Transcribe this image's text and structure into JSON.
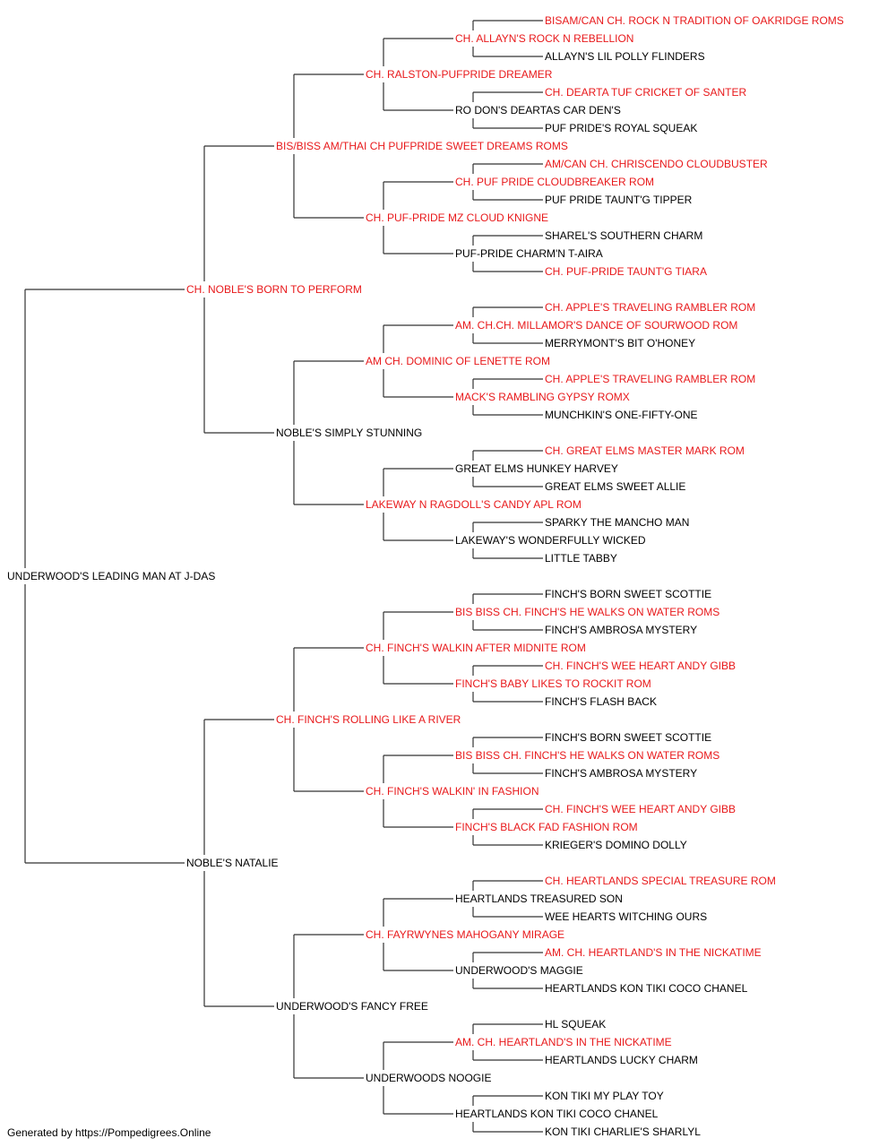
{
  "colors": {
    "champion": "#e8191b",
    "regular": "#000000",
    "line": "#333333"
  },
  "footer": "Generated by https://Pompedigrees.Online",
  "pedigree": {
    "name": "UNDERWOOD'S LEADING MAN AT J-DAS",
    "red": false,
    "sire": {
      "name": "CH. NOBLE'S BORN TO PERFORM",
      "red": true,
      "sire": {
        "name": "BIS/BISS AM/THAI CH PUFPRIDE SWEET DREAMS ROMS",
        "red": true,
        "sire": {
          "name": "CH. RALSTON-PUFPRIDE DREAMER",
          "red": true,
          "sire": {
            "name": "CH. ALLAYN'S ROCK N REBELLION",
            "red": true,
            "sire": {
              "name": "BISAM/CAN CH. ROCK N TRADITION OF OAKRIDGE ROMS",
              "red": true
            },
            "dam": {
              "name": "ALLAYN'S LIL POLLY FLINDERS",
              "red": false
            }
          },
          "dam": {
            "name": "RO DON'S DEARTAS CAR DEN'S",
            "red": false,
            "sire": {
              "name": "CH. DEARTA TUF CRICKET OF SANTER",
              "red": true
            },
            "dam": {
              "name": "PUF PRIDE'S ROYAL SQUEAK",
              "red": false
            }
          }
        },
        "dam": {
          "name": "CH. PUF-PRIDE MZ CLOUD KNIGNE",
          "red": true,
          "sire": {
            "name": "CH. PUF PRIDE CLOUDBREAKER ROM",
            "red": true,
            "sire": {
              "name": "AM/CAN CH. CHRISCENDO CLOUDBUSTER",
              "red": true
            },
            "dam": {
              "name": "PUF PRIDE TAUNT'G TIPPER",
              "red": false
            }
          },
          "dam": {
            "name": "PUF-PRIDE CHARM'N T-AIRA",
            "red": false,
            "sire": {
              "name": "SHAREL'S SOUTHERN CHARM",
              "red": false
            },
            "dam": {
              "name": "CH. PUF-PRIDE TAUNT'G TIARA",
              "red": true
            }
          }
        }
      },
      "dam": {
        "name": "NOBLE'S SIMPLY STUNNING",
        "red": false,
        "sire": {
          "name": "AM CH. DOMINIC OF LENETTE ROM",
          "red": true,
          "sire": {
            "name": "AM. CH.CH. MILLAMOR'S DANCE OF SOURWOOD ROM",
            "red": true,
            "sire": {
              "name": "CH. APPLE'S TRAVELING RAMBLER ROM",
              "red": true
            },
            "dam": {
              "name": "MERRYMONT'S BIT O'HONEY",
              "red": false
            }
          },
          "dam": {
            "name": "MACK'S RAMBLING GYPSY ROMX",
            "red": true,
            "sire": {
              "name": "CH. APPLE'S TRAVELING RAMBLER ROM",
              "red": true
            },
            "dam": {
              "name": "MUNCHKIN'S ONE-FIFTY-ONE",
              "red": false
            }
          }
        },
        "dam": {
          "name": "LAKEWAY N RAGDOLL'S CANDY APL ROM",
          "red": true,
          "sire": {
            "name": "GREAT ELMS HUNKEY HARVEY",
            "red": false,
            "sire": {
              "name": "CH. GREAT ELMS MASTER MARK ROM",
              "red": true
            },
            "dam": {
              "name": "GREAT ELMS SWEET ALLIE",
              "red": false
            }
          },
          "dam": {
            "name": "LAKEWAY'S WONDERFULLY WICKED",
            "red": false,
            "sire": {
              "name": "SPARKY THE MANCHO MAN",
              "red": false
            },
            "dam": {
              "name": "LITTLE TABBY",
              "red": false
            }
          }
        }
      }
    },
    "dam": {
      "name": "NOBLE'S NATALIE",
      "red": false,
      "sire": {
        "name": "CH. FINCH'S ROLLING LIKE A RIVER",
        "red": true,
        "sire": {
          "name": "CH. FINCH'S WALKIN AFTER MIDNITE ROM",
          "red": true,
          "sire": {
            "name": "BIS BISS CH. FINCH'S HE WALKS ON WATER ROMS",
            "red": true,
            "sire": {
              "name": "FINCH'S BORN SWEET SCOTTIE",
              "red": false
            },
            "dam": {
              "name": "FINCH'S AMBROSA MYSTERY",
              "red": false
            }
          },
          "dam": {
            "name": "FINCH'S BABY LIKES TO ROCKIT ROM",
            "red": true,
            "sire": {
              "name": "CH. FINCH'S WEE HEART ANDY GIBB",
              "red": true
            },
            "dam": {
              "name": "FINCH'S FLASH BACK",
              "red": false
            }
          }
        },
        "dam": {
          "name": "CH. FINCH'S WALKIN' IN FASHION",
          "red": true,
          "sire": {
            "name": "BIS BISS CH. FINCH'S HE WALKS ON WATER ROMS",
            "red": true,
            "sire": {
              "name": "FINCH'S BORN SWEET SCOTTIE",
              "red": false
            },
            "dam": {
              "name": "FINCH'S AMBROSA MYSTERY",
              "red": false
            }
          },
          "dam": {
            "name": "FINCH'S BLACK FAD FASHION ROM",
            "red": true,
            "sire": {
              "name": "CH. FINCH'S WEE HEART ANDY GIBB",
              "red": true
            },
            "dam": {
              "name": "KRIEGER'S DOMINO DOLLY",
              "red": false
            }
          }
        }
      },
      "dam": {
        "name": "UNDERWOOD'S FANCY FREE",
        "red": false,
        "sire": {
          "name": "CH. FAYRWYNES MAHOGANY MIRAGE",
          "red": true,
          "sire": {
            "name": "HEARTLANDS TREASURED SON",
            "red": false,
            "sire": {
              "name": "CH. HEARTLANDS SPECIAL TREASURE ROM",
              "red": true
            },
            "dam": {
              "name": "WEE HEARTS WITCHING OURS",
              "red": false
            }
          },
          "dam": {
            "name": "UNDERWOOD'S MAGGIE",
            "red": false,
            "sire": {
              "name": "AM. CH. HEARTLAND'S IN THE NICKATIME",
              "red": true
            },
            "dam": {
              "name": "HEARTLANDS KON TIKI COCO CHANEL",
              "red": false
            }
          }
        },
        "dam": {
          "name": "UNDERWOODS NOOGIE",
          "red": false,
          "sire": {
            "name": "AM. CH. HEARTLAND'S IN THE NICKATIME",
            "red": true,
            "sire": {
              "name": "HL SQUEAK",
              "red": false
            },
            "dam": {
              "name": "HEARTLANDS LUCKY CHARM",
              "red": false
            }
          },
          "dam": {
            "name": "HEARTLANDS KON TIKI COCO CHANEL",
            "red": false,
            "sire": {
              "name": "KON TIKI MY PLAY TOY",
              "red": false
            },
            "dam": {
              "name": "KON TIKI CHARLIE'S SHARLYL",
              "red": false
            }
          }
        }
      }
    }
  }
}
